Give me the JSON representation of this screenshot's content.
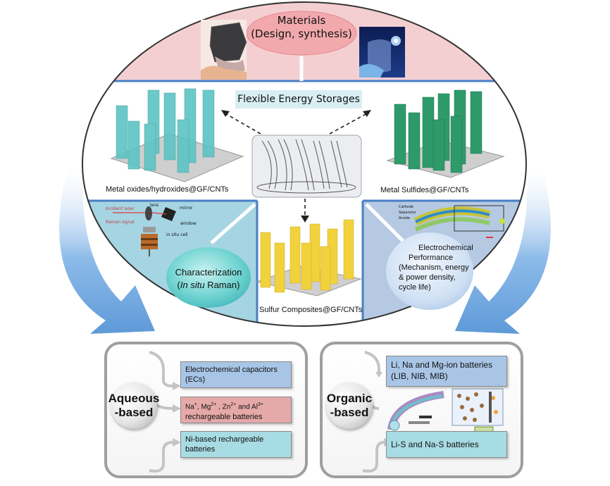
{
  "materials": {
    "title": "Materials",
    "subtitle": "(Design, synthesis)"
  },
  "center": {
    "title": "Flexible Energy Storages"
  },
  "labels": {
    "metal_oxides": "Metal oxides/hydroxides@GF/CNTs",
    "metal_sulfides": "Metal Sulfides@GF/CNTs",
    "sulfur": "Sulfur Composites@GF/CNTs"
  },
  "raman_setup": {
    "incident": "Incident laser",
    "lens": "lens",
    "mirror": "mirror",
    "window": "window",
    "raman_signal": "Raman signal",
    "cell": "in situ cell"
  },
  "battery_schematic": {
    "cathode": "Cathode",
    "separator": "Separator",
    "anode": "Anode"
  },
  "characterization": {
    "line1": "Characterization",
    "line2_open": "(",
    "line2_italic": "In situ",
    "line2_rest": " Raman)"
  },
  "performance": {
    "line1": "Electrochemical",
    "line2": "Performance",
    "line3": "(Mechanism, energy",
    "line4": "& power density,",
    "line5": "cycle life)"
  },
  "aqueous": {
    "label_line1": "Aqueous",
    "label_line2": "-based",
    "items": [
      {
        "line1": "Electrochemical capacitors",
        "line2": "(ECs)",
        "color": "#a9c5e6"
      },
      {
        "line2": "rechargeable batteries",
        "color": "#e6a9a9"
      },
      {
        "line1": "Ni-based rechargeable",
        "line2": "batteries",
        "color": "#a8dce4"
      }
    ],
    "ions": {
      "na": "Na",
      "mg": "Mg",
      "zn": "Zn",
      "al": "Al",
      "and": "and",
      "sup_na": "+",
      "sup_mg": "2+",
      "sup_zn": "2+",
      "sup_al": "3+"
    }
  },
  "organic": {
    "label_line1": "Organic",
    "label_line2": "-based",
    "items": [
      {
        "line1": "Li, Na and Mg-ion batteries",
        "line2": "(LIB, NIB, MIB)",
        "color": "#a9c5e6"
      },
      {
        "line1": "Li-S and Na-S batteries",
        "color": "#a8dce4"
      }
    ]
  },
  "colors": {
    "pink_band": "#f4cfd2",
    "materials_ellipse": "#f2a9ad",
    "center_label_bg": "#d8eef2",
    "left_panel": "#a5d5e3",
    "right_panel": "#b5c9e2",
    "blue_arrow": "#6fa8e2",
    "frame_gray": "#a0a0a0",
    "cnt_cyan": "#5dc4c4",
    "cnt_green": "#2e9a6a",
    "cnt_yellow": "#f2d23c"
  },
  "icons": [
    "photo-hand-icon",
    "photo-led-icon",
    "cnt-bundle-icon",
    "raman-setup-icon",
    "battery-schematic-icon",
    "fiber-battery-icon",
    "cell-stack-icon"
  ]
}
